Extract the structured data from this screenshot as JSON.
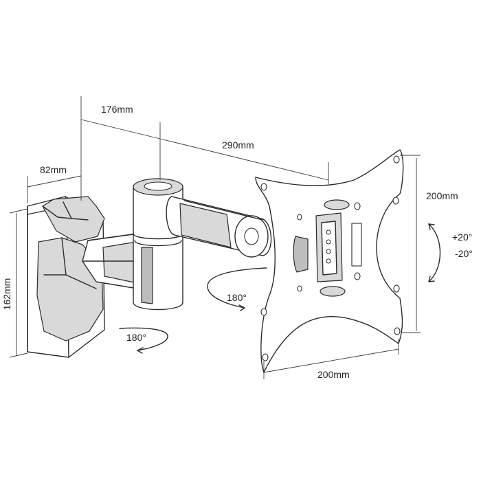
{
  "dimensions": {
    "wall_depth": "82mm",
    "arm_first_length": "176mm",
    "arm_total_length": "290mm",
    "wall_plate_height": "162mm",
    "vesa_vertical": "200mm",
    "vesa_horizontal": "200mm"
  },
  "rotation": {
    "tilt_up": "+20°",
    "tilt_down": "-20°",
    "swivel_plate": "180°",
    "swivel_arm": "180°"
  }
}
